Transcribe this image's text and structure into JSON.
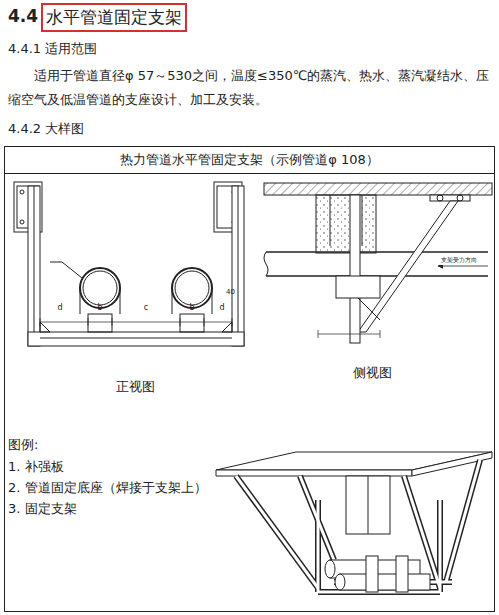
{
  "diagram": {
    "nodes": [
      {
        "text": [
          "水平管道固定支架"
        ]
      },
      {
        "text": [
          "热力管道水平管固定支架（示例管道φ 108）"
        ]
      }
    ],
    "labels": [
      "4.4",
      "4.4.1 适用范围",
      "适用于管道直径φ 57～530之间，温度≤350℃的蒸汽、热水、蒸汽凝结水、压缩空气及低温管道的支座设计、加工及安装。",
      "4.4.2 大样图",
      "d",
      "b",
      "c",
      "b",
      "d",
      "40",
      "支架受力方向",
      "正视图",
      "侧视图",
      "图例:"
    ],
    "legend": [
      {
        "text": "1. 补强板"
      },
      {
        "text": "2. 管道固定底座（焊接于支架上）"
      },
      {
        "text": "3. 固定支架"
      }
    ]
  }
}
